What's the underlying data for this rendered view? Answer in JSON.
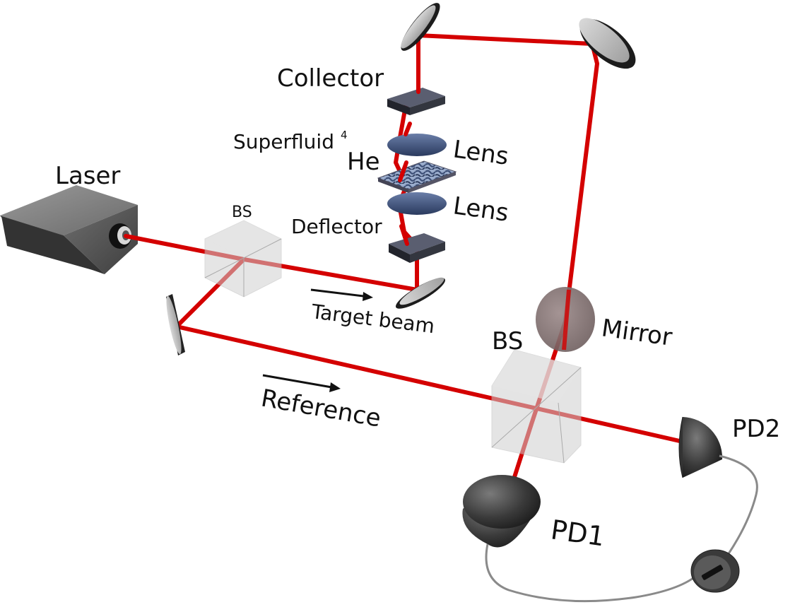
{
  "labels": {
    "laser": "Laser",
    "bs_small": "BS",
    "bs_large": "BS",
    "collector": "Collector",
    "superfluid": "Superfluid",
    "superfluid_sup": "4",
    "superfluid_he": "He",
    "lens_top": "Lens",
    "lens_bottom": "Lens",
    "deflector": "Deflector",
    "target_beam": "Target beam",
    "reference": "Reference",
    "mirror": "Mirror",
    "pd1": "PD1",
    "pd2": "PD2"
  },
  "colors": {
    "beam": "#d40000",
    "component_dark": "#3a3d4a",
    "lens": "#3d4f76",
    "bs_glass": "#c8c8c8",
    "laser_box": "#5a5a5a",
    "wire": "#8a8a8a"
  }
}
